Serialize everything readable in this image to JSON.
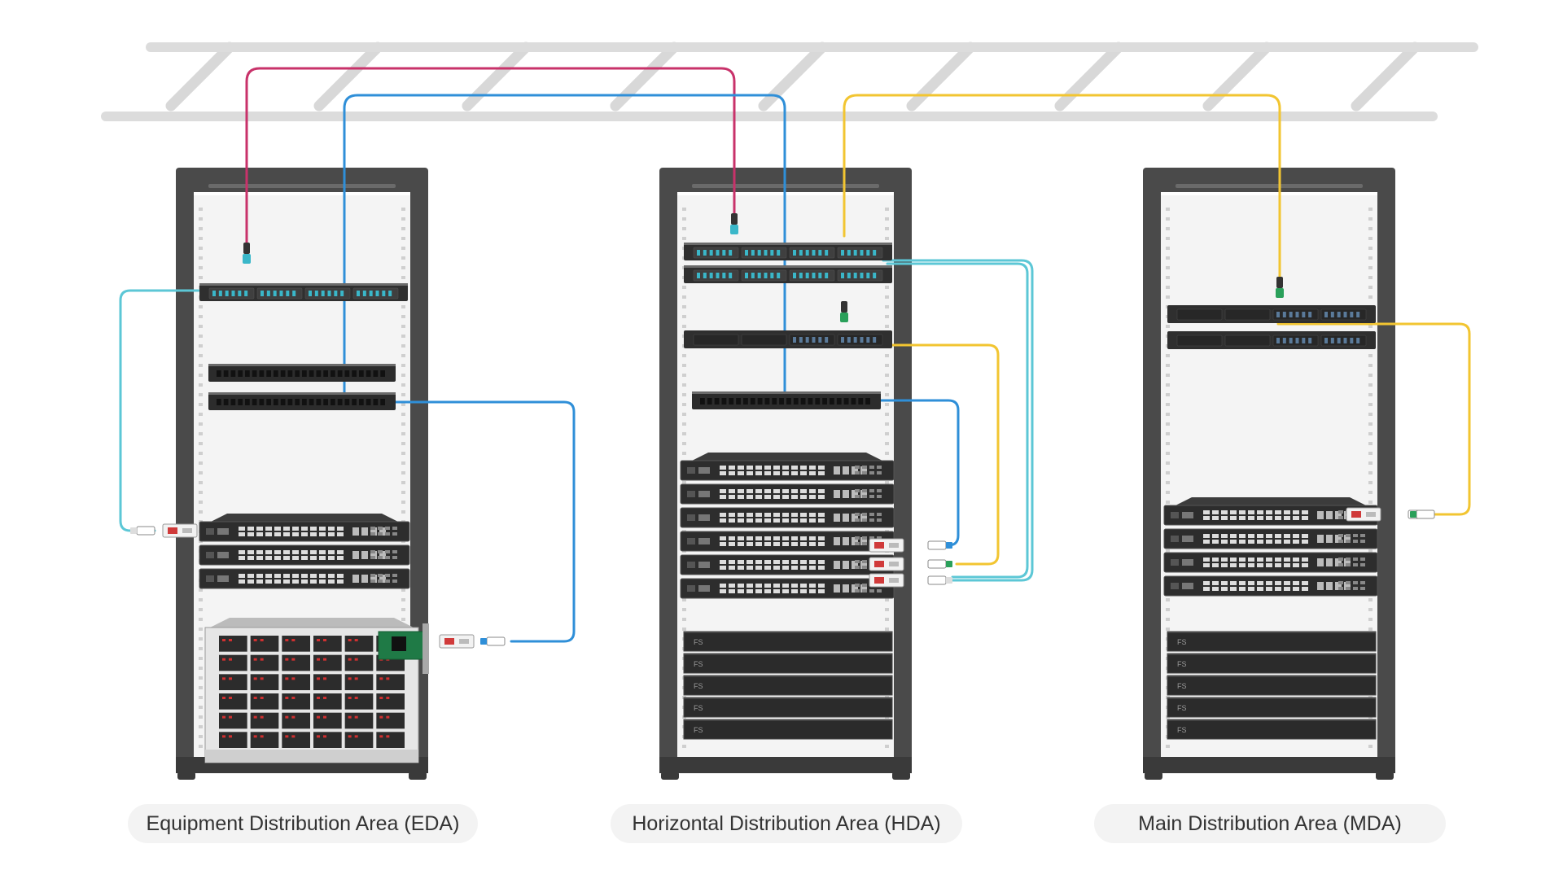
{
  "diagram": {
    "racks": [
      {
        "id": "eda",
        "label": "Equipment Distribution Area (EDA)"
      },
      {
        "id": "hda",
        "label": "Horizontal Distribution Area (HDA)"
      },
      {
        "id": "mda",
        "label": "Main Distribution Area (MDA)"
      }
    ],
    "server_badge": "FS",
    "colors": {
      "rack": "#4a4a4a",
      "rack_dark": "#3a3a3a",
      "rack_interior": "#f4f4f4",
      "tray": "#d6d6d6",
      "cable_magenta": "#c8326a",
      "cable_blue": "#2f8fd8",
      "cable_yellow": "#f2c531",
      "cable_cyan": "#5cc7d6",
      "connector_cyan": "#3ab7c9",
      "connector_green": "#2aa05a",
      "pill_bg": "#f3f3f3",
      "pill_text": "#333333"
    }
  }
}
